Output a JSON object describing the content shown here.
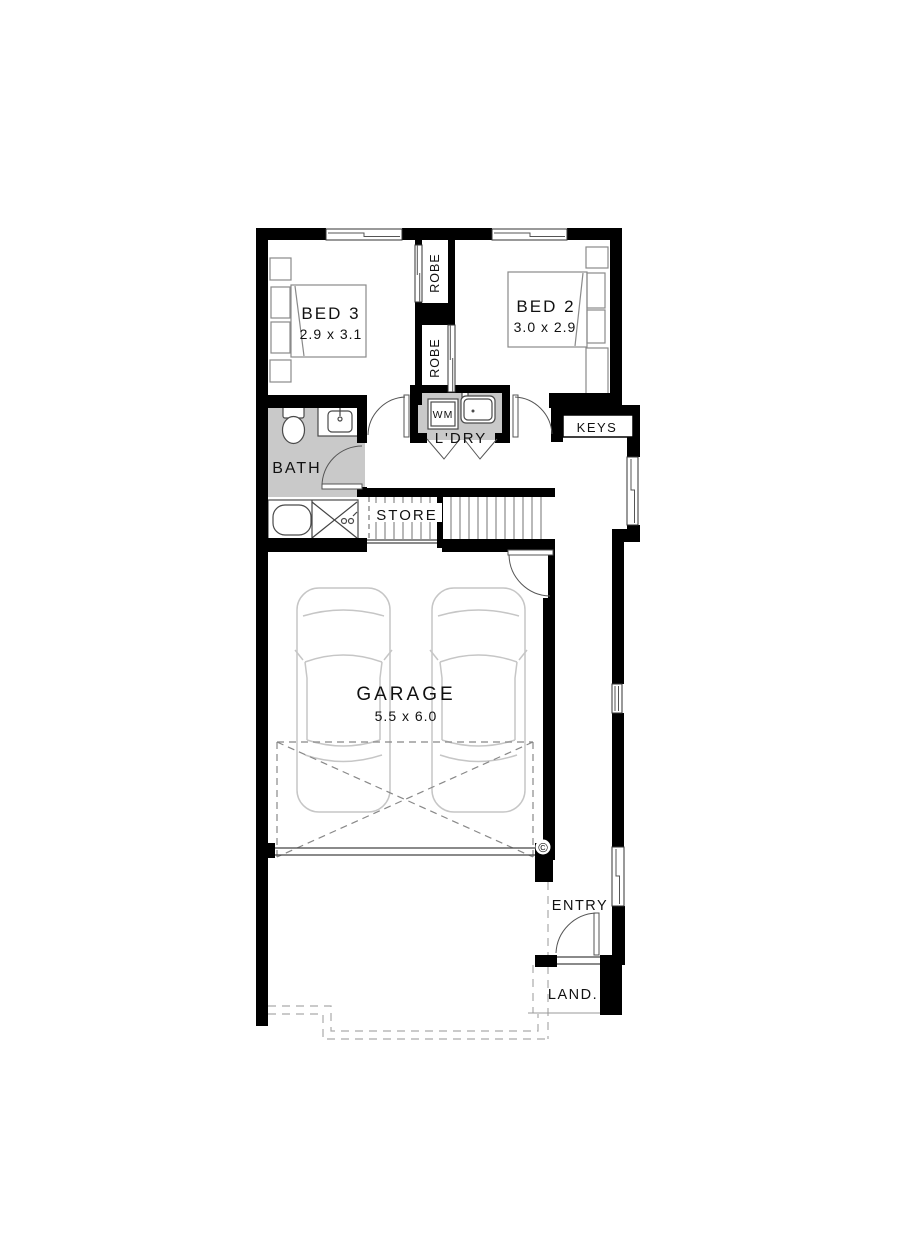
{
  "plan": {
    "bed3": {
      "name": "BED 3",
      "dims": "2.9 x 3.1"
    },
    "bed2": {
      "name": "BED 2",
      "dims": "3.0 x 2.9"
    },
    "robe1": "ROBE",
    "robe2": "ROBE",
    "bath": "BATH",
    "wm": "WM",
    "laundry": "L'DRY",
    "keys": "KEYS",
    "store": "STORE",
    "garage": {
      "name": "GARAGE",
      "dims": "5.5 x 6.0"
    },
    "entry": "ENTRY",
    "landing": "LAND.",
    "copyright": "©"
  },
  "colors": {
    "wall": "#000000",
    "room_shading": "#c9c9c9",
    "fixture_outline": "#4a4a4a",
    "car_outline": "#c6c6c6",
    "dashed_line": "#999999"
  }
}
